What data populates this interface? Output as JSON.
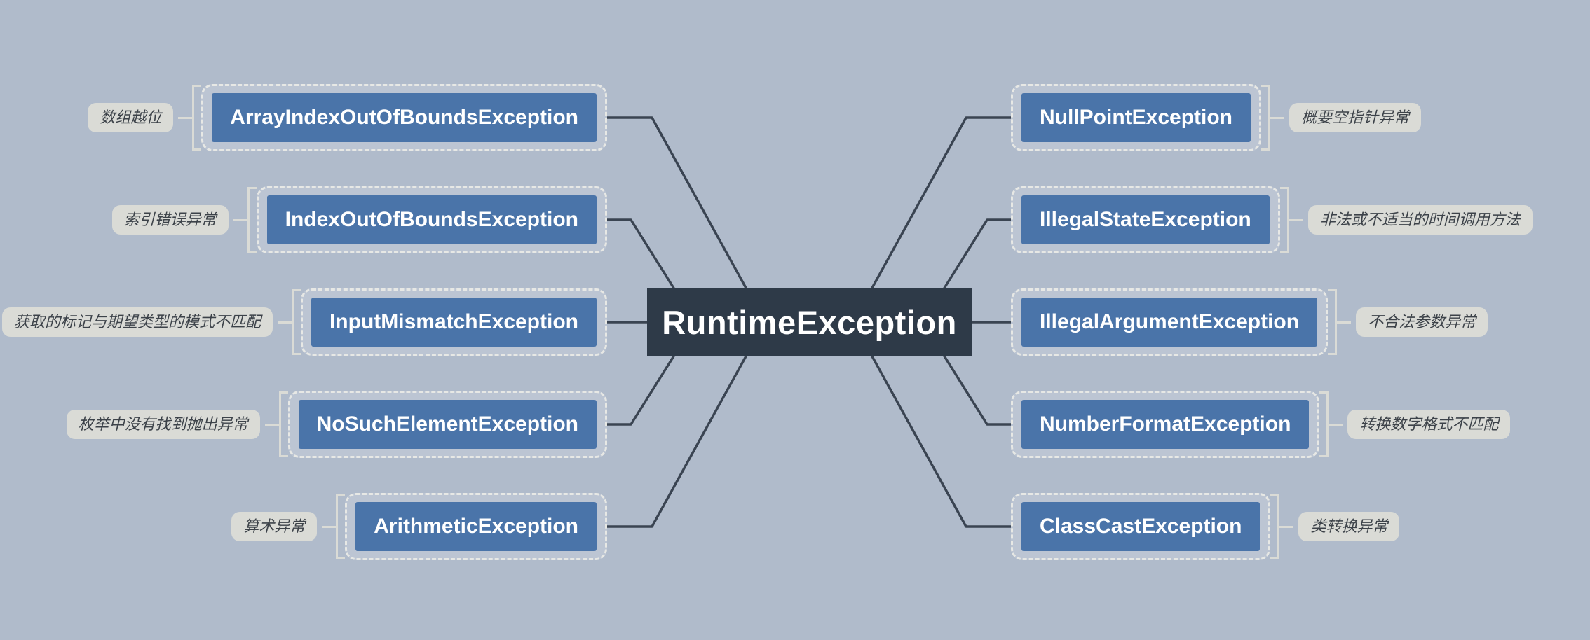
{
  "theme": {
    "background": "#b0bbcb",
    "line-color": "#3a4452",
    "node-fill": "#4a74a9",
    "node-text": "#ffffff",
    "halo-fill": "#bcc5d3",
    "halo-border": "#e7e8e5",
    "center-fill": "#2e3a48",
    "callout-fill": "#dadbd6",
    "callout-text": "#3c4249"
  },
  "center": {
    "label": "RuntimeException"
  },
  "branches": {
    "left": [
      {
        "label": "ArrayIndexOutOfBoundsException",
        "note": "数组越位"
      },
      {
        "label": "IndexOutOfBoundsException",
        "note": "索引错误异常"
      },
      {
        "label": "InputMismatchException",
        "note": "获取的标记与期望类型的模式不匹配"
      },
      {
        "label": "NoSuchElementException",
        "note": "枚举中没有找到抛出异常"
      },
      {
        "label": "ArithmeticException",
        "note": "算术异常"
      }
    ],
    "right": [
      {
        "label": "NullPointException",
        "note": "概要空指针异常"
      },
      {
        "label": "IllegalStateException",
        "note": "非法或不适当的时间调用方法"
      },
      {
        "label": "IllegalArgumentException",
        "note": "不合法参数异常"
      },
      {
        "label": "NumberFormatException",
        "note": "转换数字格式不匹配"
      },
      {
        "label": "ClassCastException",
        "note": "类转换异常"
      }
    ]
  }
}
